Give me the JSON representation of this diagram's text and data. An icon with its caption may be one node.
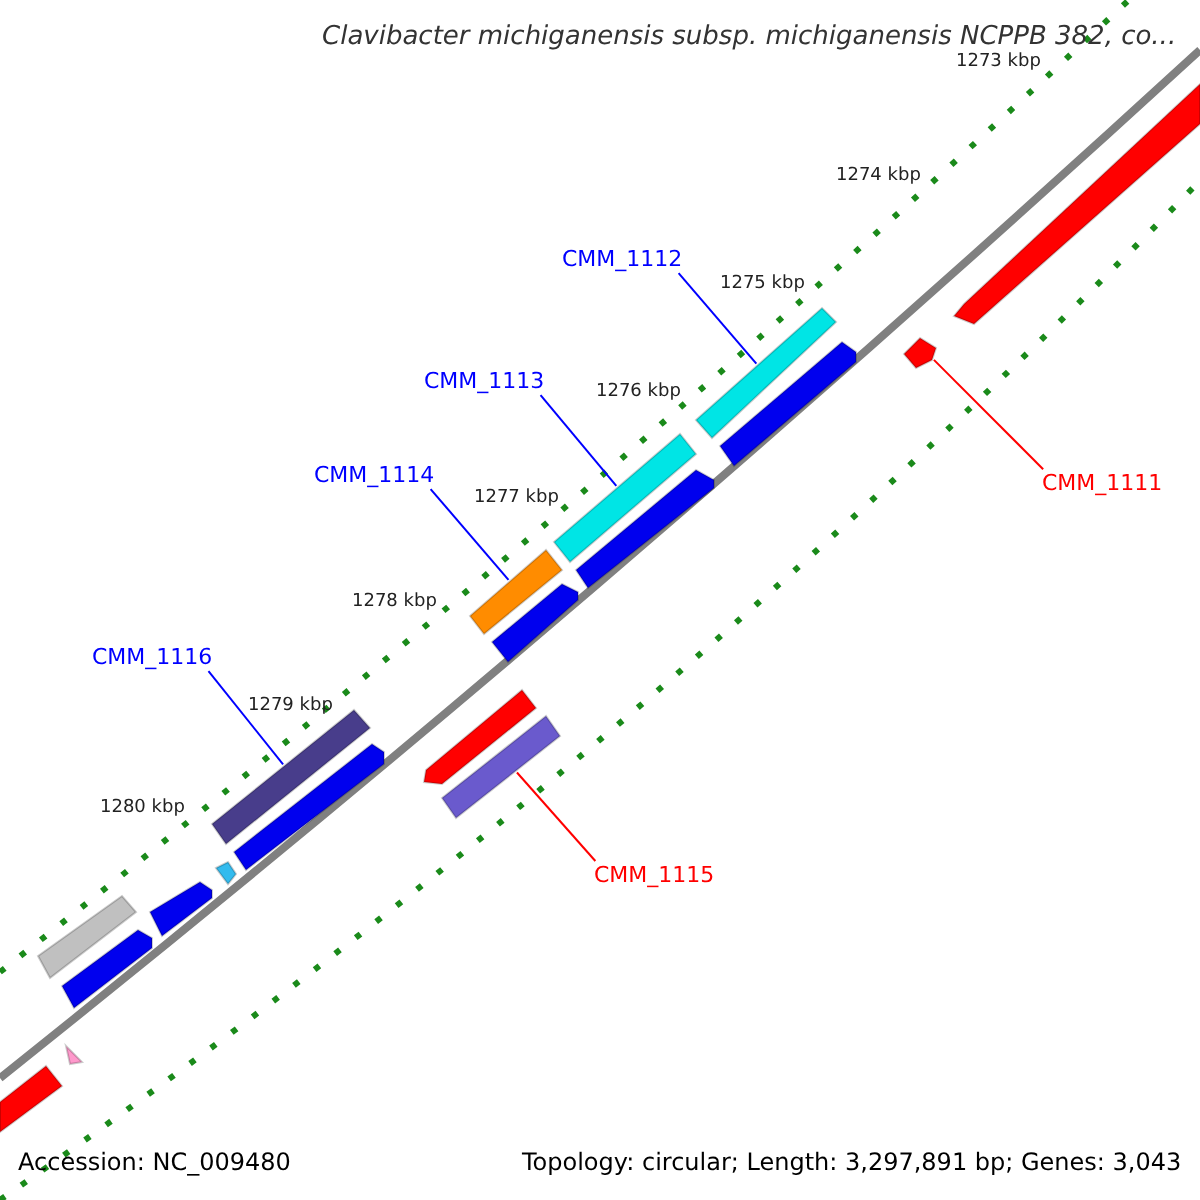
{
  "diagram": {
    "title": "Clavibacter michiganensis subsp. michiganensis NCPPB 382, co...",
    "nodes": [
      {
        "text": [
          "CMM_1112"
        ]
      },
      {
        "text": [],
        "shape": "bar"
      },
      {
        "text": [],
        "shape": "bar"
      },
      {
        "text": [
          "CMM_1111"
        ]
      },
      {
        "text": [
          "CMM_1113"
        ]
      },
      {
        "text": [],
        "shape": "bar"
      },
      {
        "text": [
          "CMM_1114"
        ]
      },
      {
        "text": [],
        "shape": "bar"
      },
      {
        "text": [
          "CMM_1116"
        ]
      },
      {
        "text": [],
        "shape": "bar"
      },
      {
        "text": [],
        "shape": "bar"
      },
      {
        "text": [
          "CMM_1115"
        ]
      },
      {
        "text": [],
        "shape": "bar"
      },
      {
        "text": [],
        "shape": "bar"
      },
      {
        "text": [],
        "shape": "bar"
      },
      {
        "text": [],
        "shape": "bar"
      },
      {
        "text": [],
        "shape": "bar"
      },
      {
        "text": [],
        "shape": "bar"
      },
      {
        "text": [],
        "shape": "bar"
      },
      {
        "text": [],
        "shape": "bar"
      },
      {
        "text": [],
        "shape": "bar"
      },
      {
        "text": [],
        "shape": "bar"
      },
      {
        "text": [],
        "shape": "bar"
      },
      {
        "text": [],
        "shape": "bar"
      }
    ],
    "edges": [
      {
        "from": 0,
        "to": 1,
        "arrow": "none"
      },
      {
        "from": 3,
        "to": 2,
        "arrow": "none",
        "color": "#ff0000"
      },
      {
        "from": 4,
        "to": 5,
        "arrow": "none"
      },
      {
        "from": 6,
        "to": 7,
        "arrow": "none"
      },
      {
        "from": 8,
        "to": 9,
        "arrow": "none"
      },
      {
        "from": 11,
        "to": 10,
        "arrow": "none",
        "color": "#ff0000"
      }
    ],
    "labels": [
      "1273 kbp",
      "1274 kbp",
      "1275 kbp",
      "1276 kbp",
      "1277 kbp",
      "1278 kbp",
      "1279 kbp",
      "1280 kbp",
      "Accession: NC_009480",
      "Topology: circular; Length: 3,297,891 bp; Genes: 3,043"
    ]
  }
}
